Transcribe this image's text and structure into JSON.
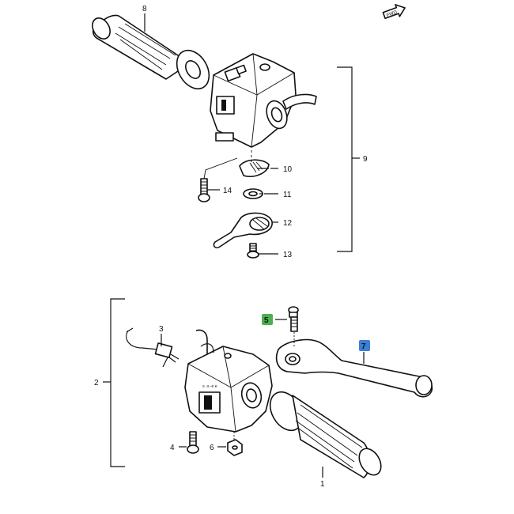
{
  "fwd_label": "FWD",
  "parts": {
    "p1": "1",
    "p2": "2",
    "p3": "3",
    "p4": "4",
    "p5": "5",
    "p6": "6",
    "p7": "7",
    "p8": "8",
    "p9": "9",
    "p10": "10",
    "p11": "11",
    "p12": "12",
    "p13": "13",
    "p14": "14"
  },
  "colors": {
    "ink": "#111111",
    "highlight_5": "#4caf50",
    "highlight_7": "#3b7fd6"
  }
}
